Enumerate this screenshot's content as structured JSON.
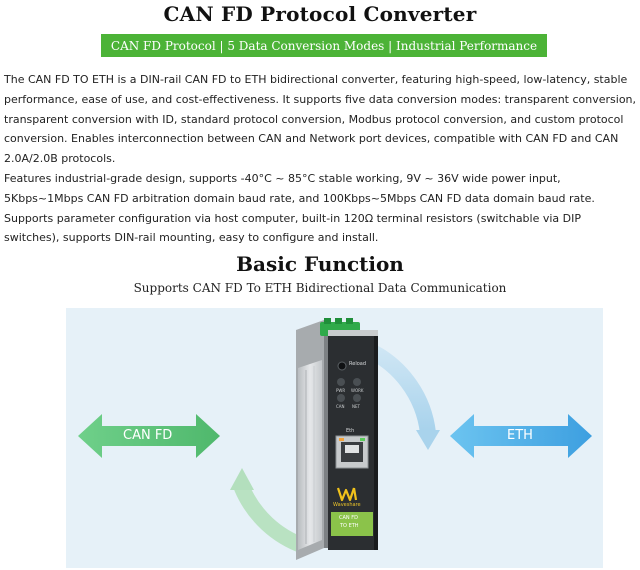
{
  "header": {
    "title": "CAN FD Protocol Converter",
    "banner": "CAN FD Protocol  |  5 Data Conversion Modes  |  Industrial Performance"
  },
  "intro": {
    "paragraphs": [
      "The CAN FD TO ETH is a DIN-rail CAN FD to ETH bidirectional converter, featuring high-speed, low-latency, stable performance, ease of use, and cost-effectiveness. It supports five data conversion modes: transparent conversion, transparent conversion with ID, standard protocol conversion, Modbus protocol conversion, and custom protocol conversion. Enables interconnection between CAN and Network port devices, compatible with CAN FD and CAN 2.0A/2.0B protocols.",
      "Features industrial-grade design, supports -40°C ~ 85°C stable working, 9V ~ 36V wide power input, 5Kbps~1Mbps CAN FD arbitration domain baud rate, and 100Kbps~5Mbps CAN FD data domain baud rate.",
      "Supports parameter configuration via host computer, built-in 120Ω terminal resistors (switchable via DIP switches), supports DIN-rail mounting, easy to configure and install."
    ]
  },
  "section": {
    "title": "Basic Function",
    "subtitle": "Supports CAN FD To ETH Bidirectional Data Communication"
  },
  "diagram": {
    "left_arrow_label": "CAN FD",
    "right_arrow_label": "ETH",
    "device": {
      "reload_label": "Reload",
      "led_labels": [
        "PWR",
        "WORK",
        "CAN",
        "NET"
      ],
      "port_label": "Eth",
      "brand": "Waveshare",
      "product_label_line1": "CAN FD",
      "product_label_line2": "TO ETH"
    }
  },
  "colors": {
    "accent_green": "#4cb337",
    "arrow_green": "#5ec47a",
    "arrow_blue": "#52aee6",
    "background_blue": "#e6f1f8"
  }
}
